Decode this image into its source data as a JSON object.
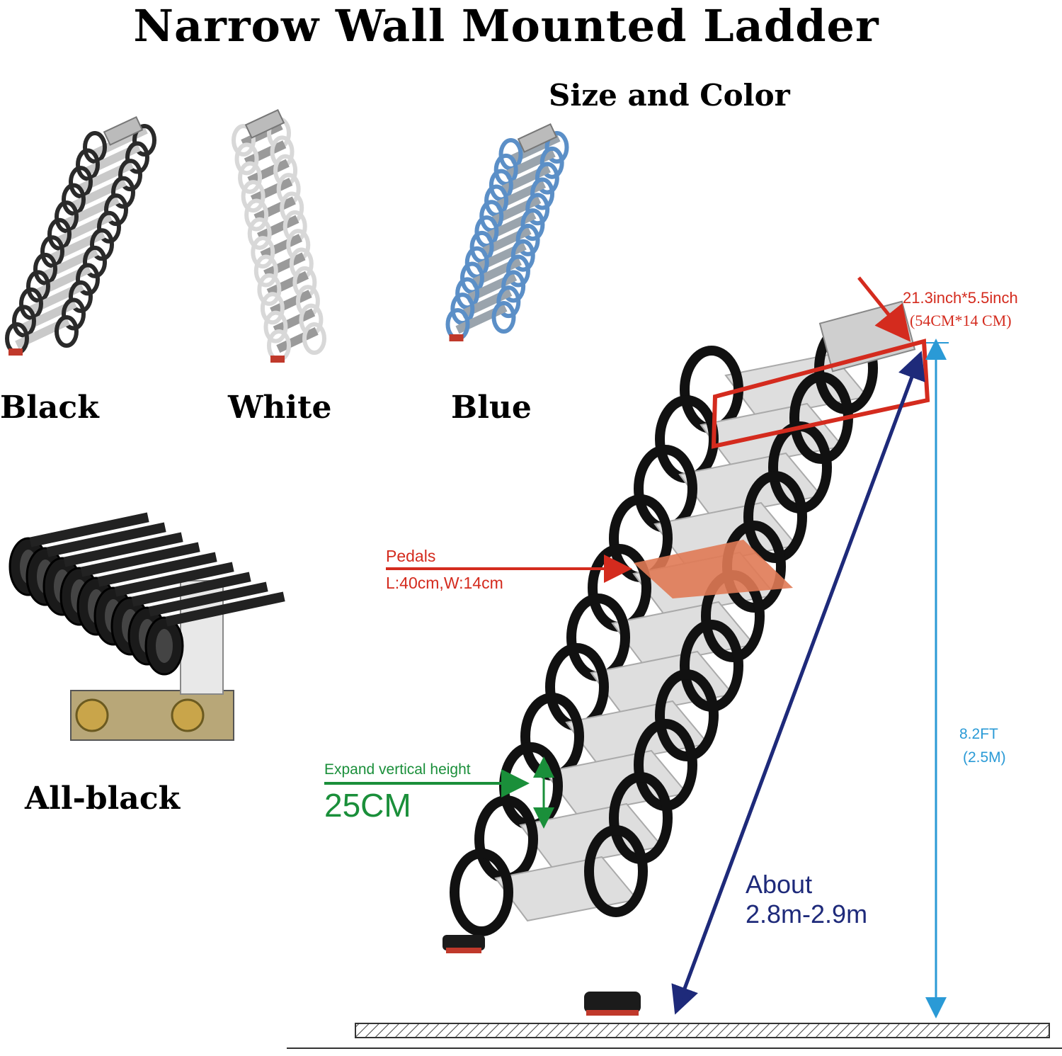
{
  "title": "Narrow Wall Mounted Ladder",
  "subtitle": "Size and Color",
  "variants": [
    {
      "label": "Black",
      "frame_color": "#2a2a2a",
      "step_color": "#c9c9c9"
    },
    {
      "label": "White",
      "frame_color": "#d8d8d8",
      "step_color": "#9a9a9a"
    },
    {
      "label": "Blue",
      "frame_color": "#5b8fc7",
      "step_color": "#9aa4ad"
    },
    {
      "label": "All-black",
      "frame_color": "#111111",
      "step_color": "#333333"
    }
  ],
  "annotations": {
    "top_size": {
      "line1": "21.3inch*5.5inch",
      "line2": "(54CM*14 CM)",
      "color": "#d42b1e"
    },
    "pedals": {
      "line1": "Pedals",
      "line2": "L:40cm,W:14cm",
      "color": "#d42b1e",
      "highlight": "#e07a55"
    },
    "expand": {
      "line1": "Expand vertical height",
      "line2": "25CM",
      "color": "#1a8f3a"
    },
    "height": {
      "line1": "8.2FT",
      "line2": "(2.5M)",
      "color": "#2a9ad6"
    },
    "length": {
      "line1": "About",
      "line2": "2.8m-2.9m",
      "color": "#1e2a7a"
    }
  }
}
